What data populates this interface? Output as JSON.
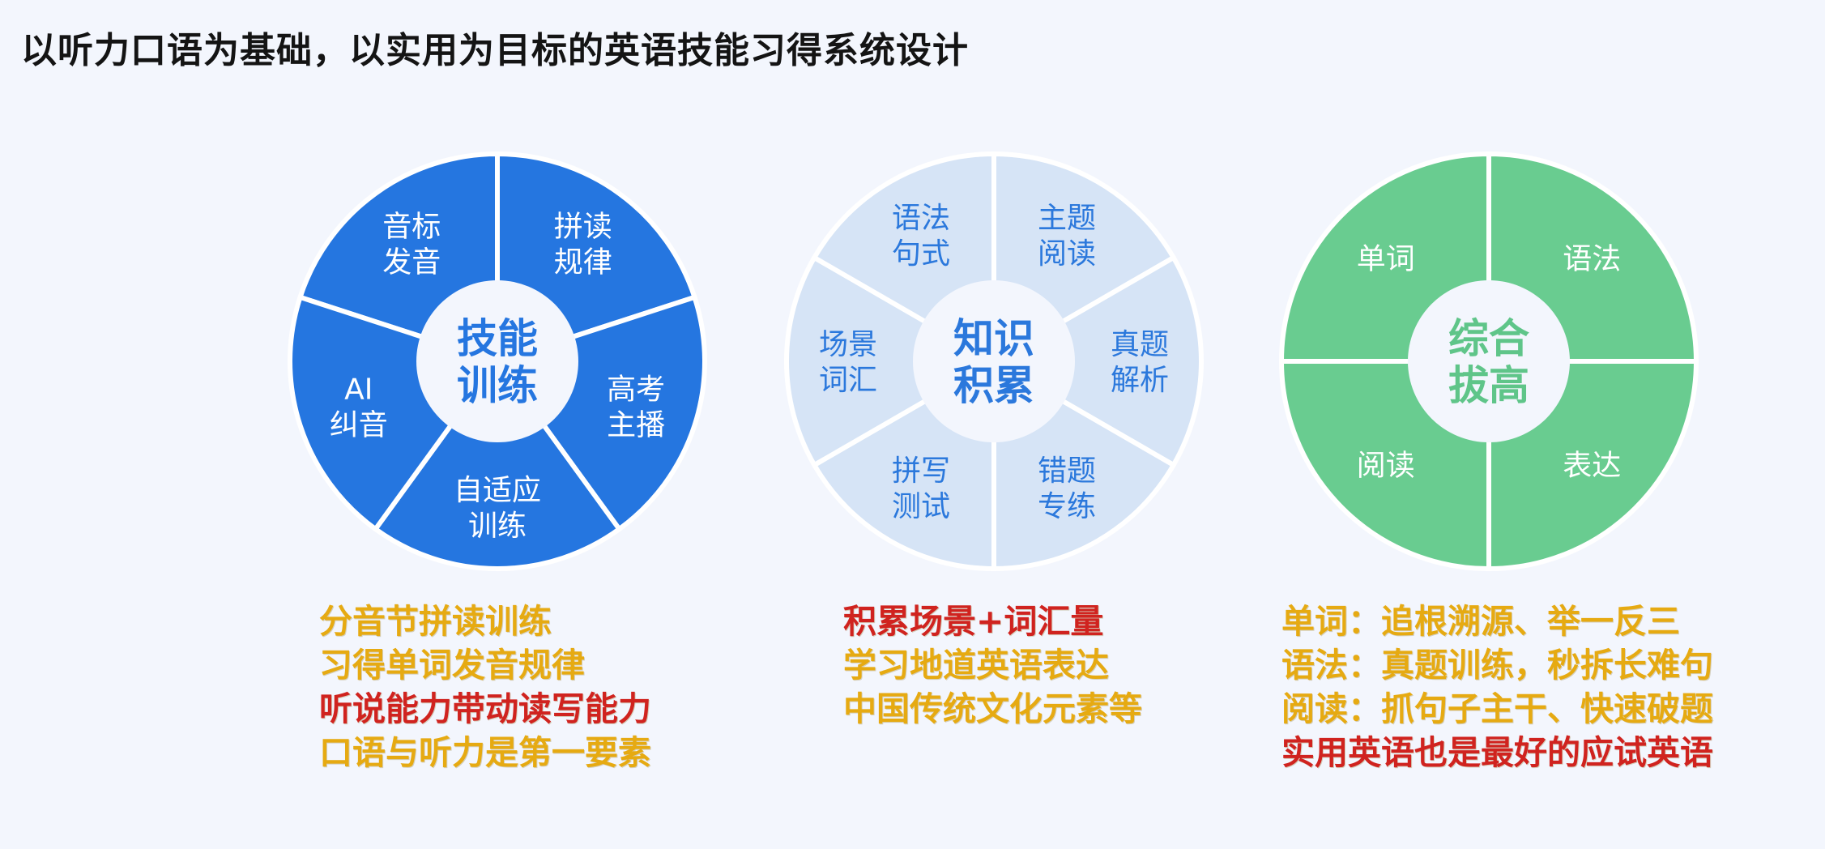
{
  "title": "以听力口语为基础，以实用为目标的英语技能习得系统设计",
  "colors": {
    "skill": "#2576e0",
    "knowledge": "#d6e4f6",
    "knowledge_text": "#2b78dc",
    "composite": "#69cc90",
    "composite_center_text": "#5fc589",
    "gold": "#e6aa12",
    "red": "#d0231f"
  },
  "circles": [
    {
      "id": "skill",
      "center_label": [
        "技能",
        "训练"
      ],
      "segments": [
        [
          "音标",
          "发音"
        ],
        [
          "拼读",
          "规律"
        ],
        [
          "高考",
          "主播"
        ],
        [
          "自适应",
          "训练"
        ],
        [
          "AI",
          "纠音"
        ]
      ]
    },
    {
      "id": "knowledge",
      "center_label": [
        "知识",
        "积累"
      ],
      "segments": [
        [
          "主题",
          "阅读"
        ],
        [
          "真题",
          "解析"
        ],
        [
          "错题",
          "专练"
        ],
        [
          "拼写",
          "测试"
        ],
        [
          "场景",
          "词汇"
        ],
        [
          "语法",
          "句式"
        ]
      ]
    },
    {
      "id": "composite",
      "center_label": [
        "综合",
        "拔高"
      ],
      "segments": [
        [
          "语法"
        ],
        [
          "表达"
        ],
        [
          "阅读"
        ],
        [
          "单词"
        ]
      ]
    }
  ],
  "lists": {
    "skill": [
      {
        "text": "分音节拼读训练",
        "color": "gold"
      },
      {
        "text": "习得单词发音规律",
        "color": "gold"
      },
      {
        "text": "听说能力带动读写能力",
        "color": "red"
      },
      {
        "text": "口语与听力是第一要素",
        "color": "gold"
      }
    ],
    "knowledge": [
      {
        "text": "积累场景+词汇量",
        "color": "red"
      },
      {
        "text": "学习地道英语表达",
        "color": "gold"
      },
      {
        "text": "中国传统文化元素等",
        "color": "gold"
      }
    ],
    "composite": [
      {
        "text": "单词：追根溯源、举一反三",
        "color": "gold"
      },
      {
        "text": "语法：真题训练，秒拆长难句",
        "color": "gold"
      },
      {
        "text": "阅读：抓句子主干、快速破题",
        "color": "gold"
      },
      {
        "text": "实用英语也是最好的应试英语",
        "color": "red"
      }
    ]
  }
}
